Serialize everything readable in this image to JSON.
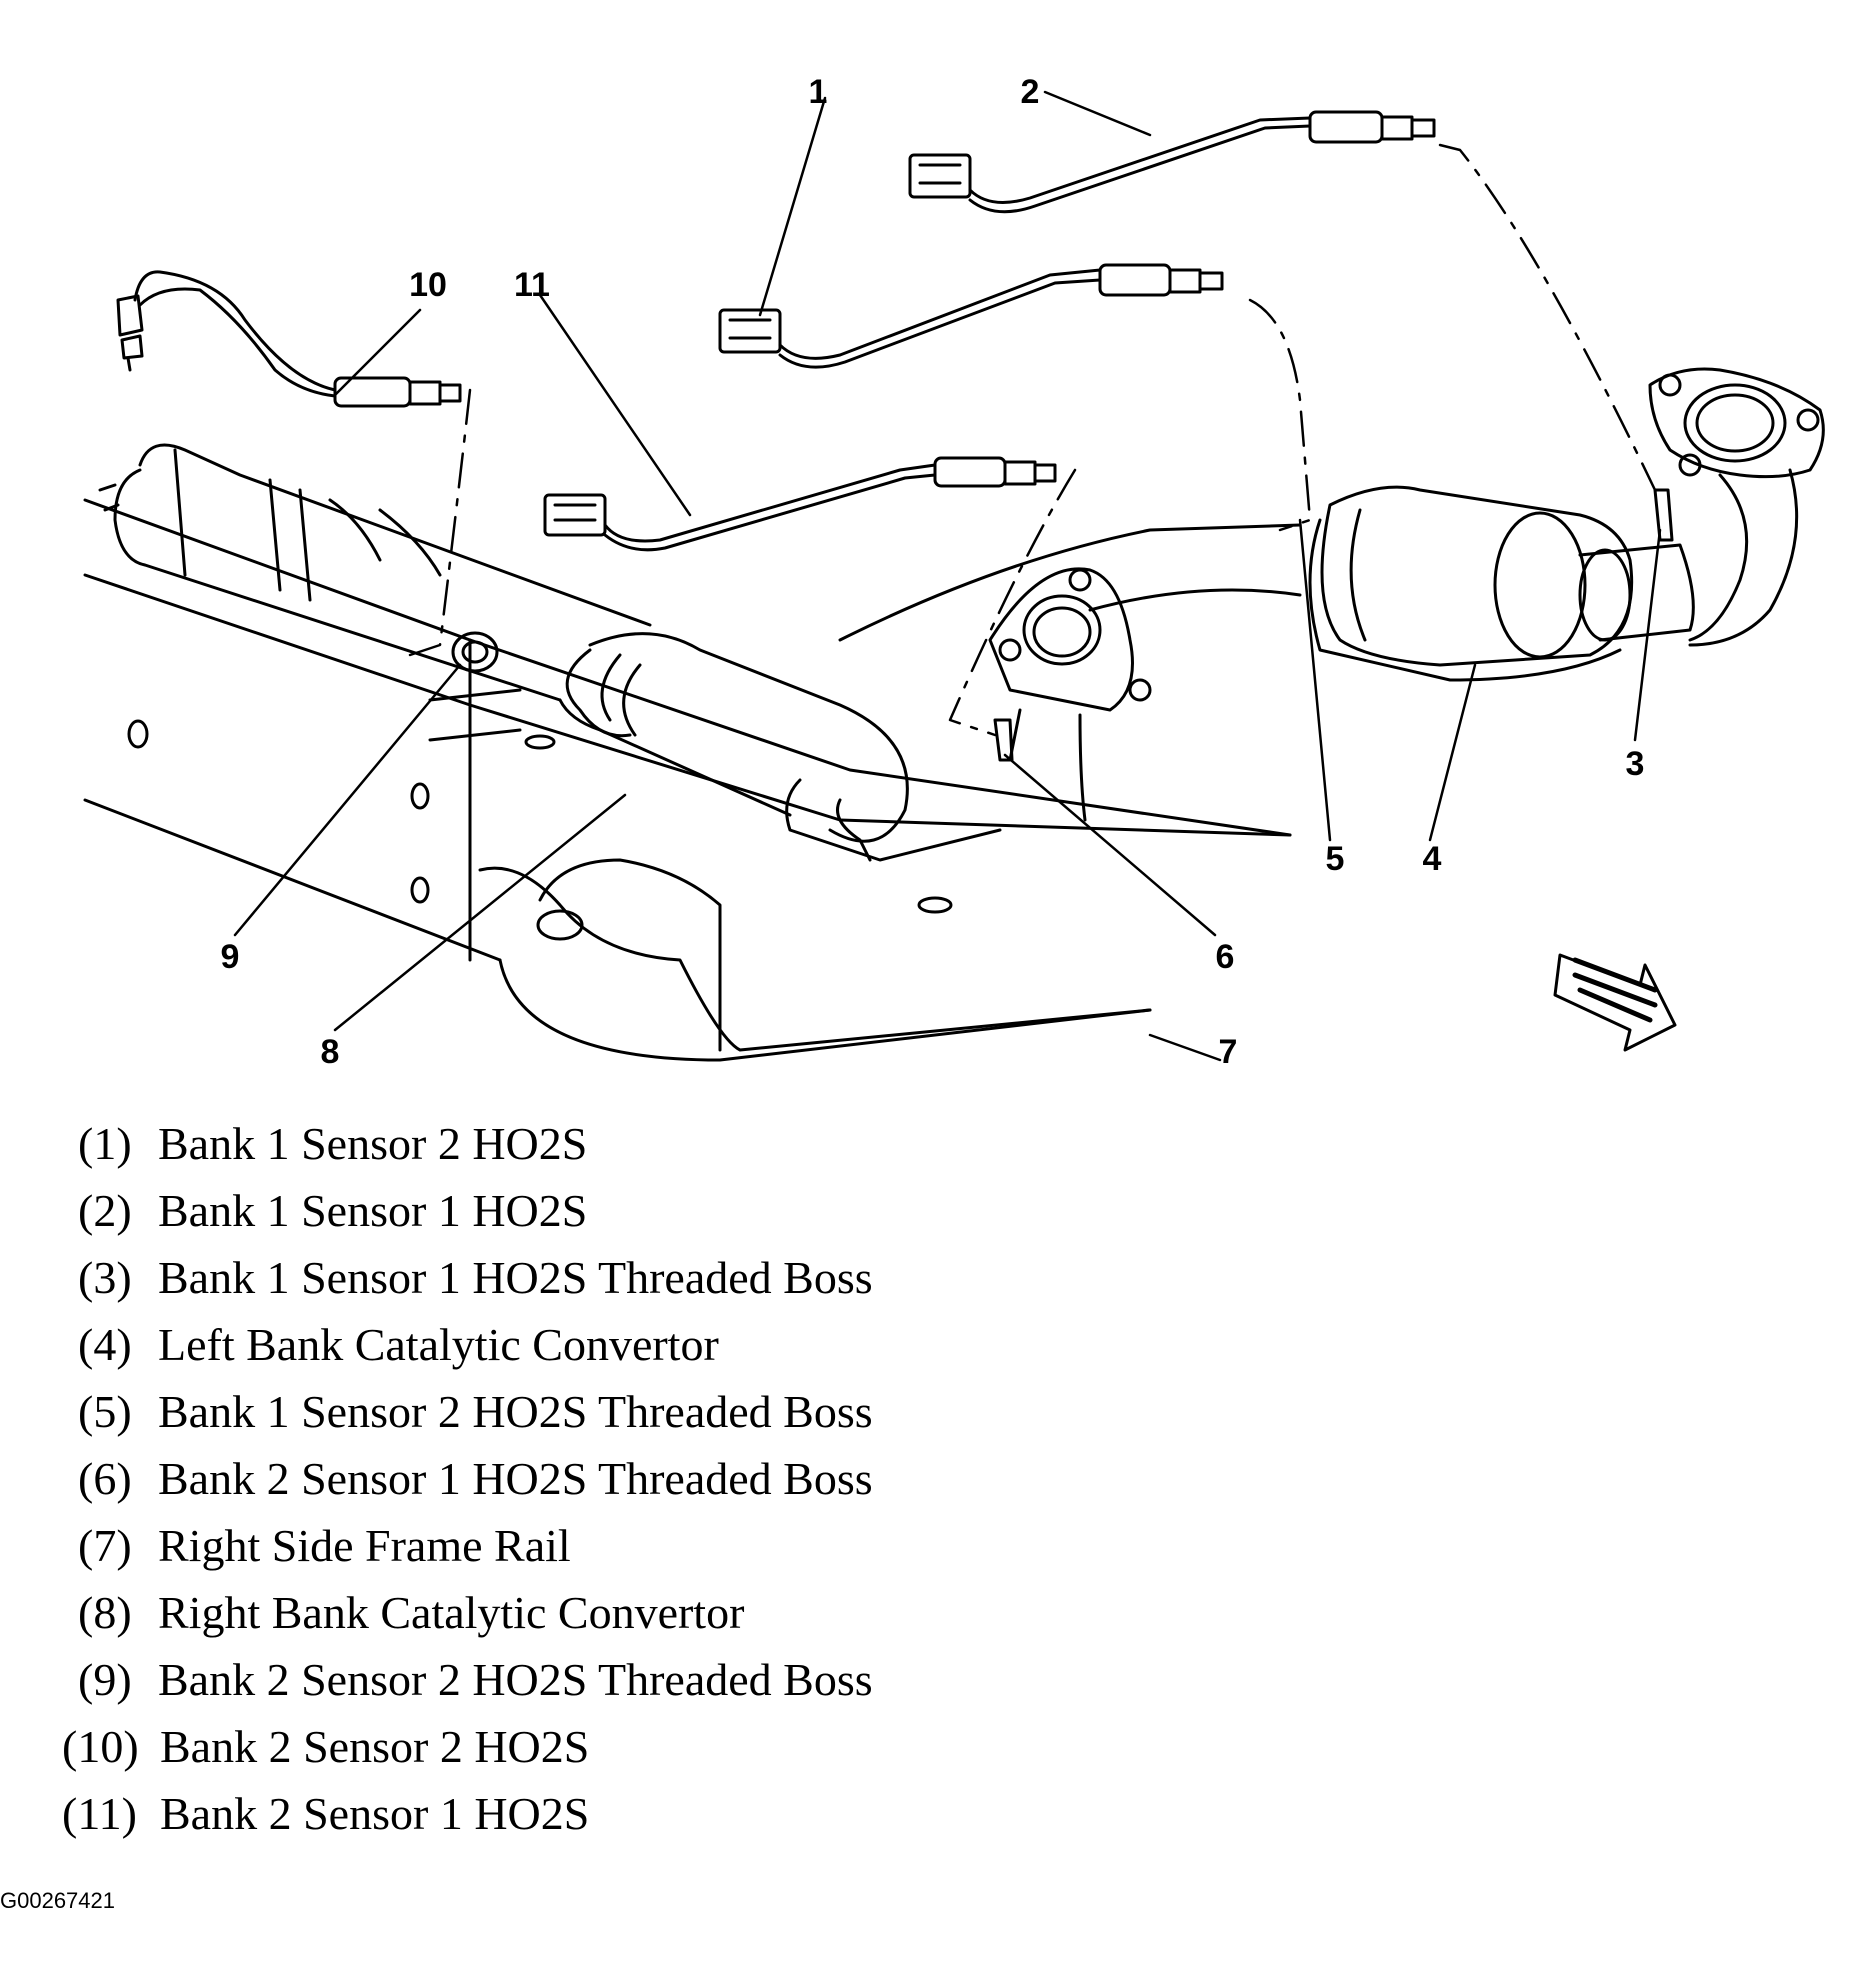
{
  "callouts": [
    "1",
    "2",
    "3",
    "4",
    "5",
    "6",
    "7",
    "8",
    "9",
    "10",
    "11"
  ],
  "legend": [
    {
      "num": "(1)",
      "text": "Bank 1 Sensor 2 HO2S"
    },
    {
      "num": "(2)",
      "text": "Bank 1 Sensor 1 HO2S"
    },
    {
      "num": "(3)",
      "text": "Bank 1 Sensor 1 HO2S Threaded Boss"
    },
    {
      "num": "(4)",
      "text": "Left Bank Catalytic Convertor"
    },
    {
      "num": "(5)",
      "text": "Bank 1 Sensor 2 HO2S Threaded Boss"
    },
    {
      "num": "(6)",
      "text": "Bank 2 Sensor 1 HO2S Threaded Boss"
    },
    {
      "num": "(7)",
      "text": "Right Side Frame Rail"
    },
    {
      "num": "(8)",
      "text": "Right Bank Catalytic Convertor"
    },
    {
      "num": "(9)",
      "text": "Bank 2 Sensor 2 HO2S Threaded Boss"
    },
    {
      "num": "(10)",
      "text": "Bank 2 Sensor 2 HO2S"
    },
    {
      "num": "(11)",
      "text": "Bank 2 Sensor 1 HO2S"
    }
  ],
  "figure_id": "G00267421"
}
